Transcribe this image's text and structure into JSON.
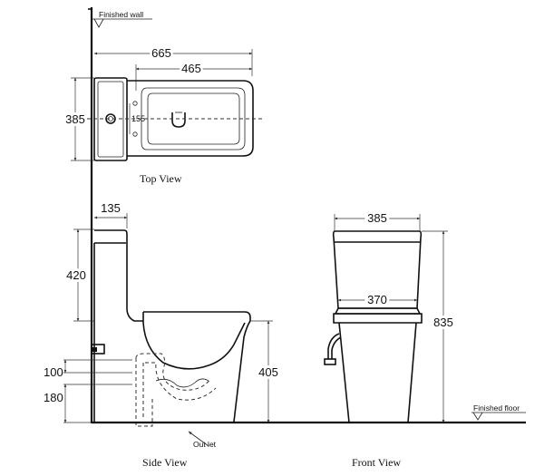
{
  "labels": {
    "finished_wall": "Finished wall",
    "finished_floor": "Finished floor",
    "outlet": "Out let",
    "top_view": "Top View",
    "side_view": "Side View",
    "front_view": "Front View"
  },
  "dimensions": {
    "top_total_length": "665",
    "top_bowl_length": "465",
    "top_width": "385",
    "top_holes_spacing": "155",
    "side_tank_depth": "135",
    "side_tank_height": "420",
    "side_outlet_height_upper": "100",
    "side_outlet_height_lower": "180",
    "side_seat_height": "405",
    "front_tank_width": "385",
    "front_body_width": "370",
    "front_total_height": "835"
  }
}
